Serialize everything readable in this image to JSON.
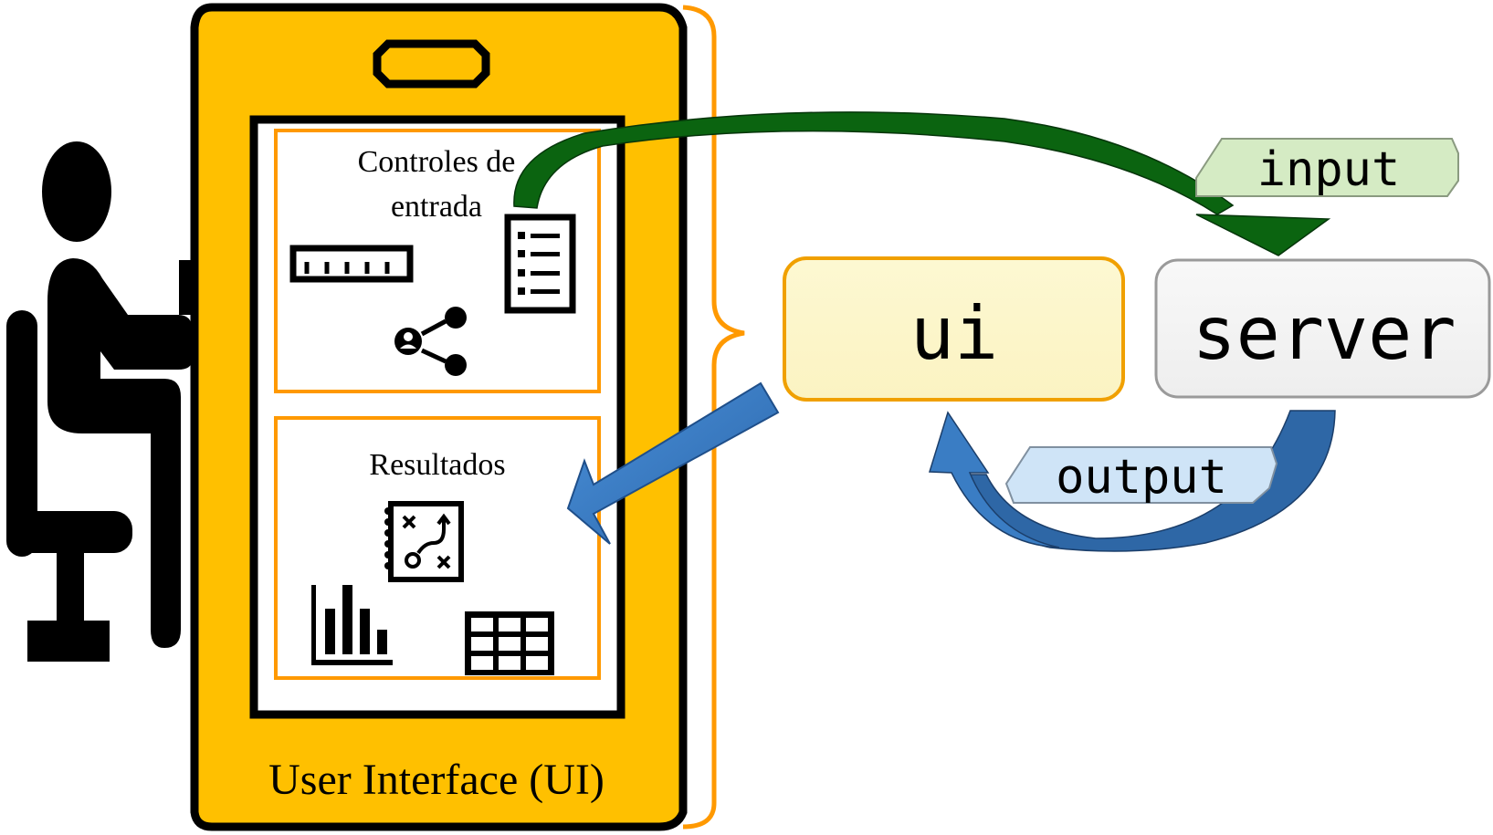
{
  "phone": {
    "controls_title_line1": "Controles de",
    "controls_title_line2": "entrada",
    "results_title": "Resultados",
    "footer_label": "User Interface (UI)"
  },
  "boxes": {
    "ui_label": "ui",
    "server_label": "server"
  },
  "tags": {
    "input_label": "input",
    "output_label": "output"
  },
  "icons": {
    "user": "person-at-desk-icon",
    "slider": "slider-icon",
    "list": "checklist-icon",
    "share": "share-user-icon",
    "strategy": "strategy-board-icon",
    "barchart": "bar-chart-icon",
    "table": "table-grid-icon"
  },
  "colors": {
    "phone_fill": "#FFC000",
    "section_border": "#FF9900",
    "ui_box_fill": "#FCF6CC",
    "server_box_fill": "#F3F3F3",
    "input_tag_fill": "#D5EBC4",
    "output_tag_fill": "#CFE4F7",
    "green_arrow": "#0B6410",
    "blue_arrow": "#3A7DC4"
  }
}
